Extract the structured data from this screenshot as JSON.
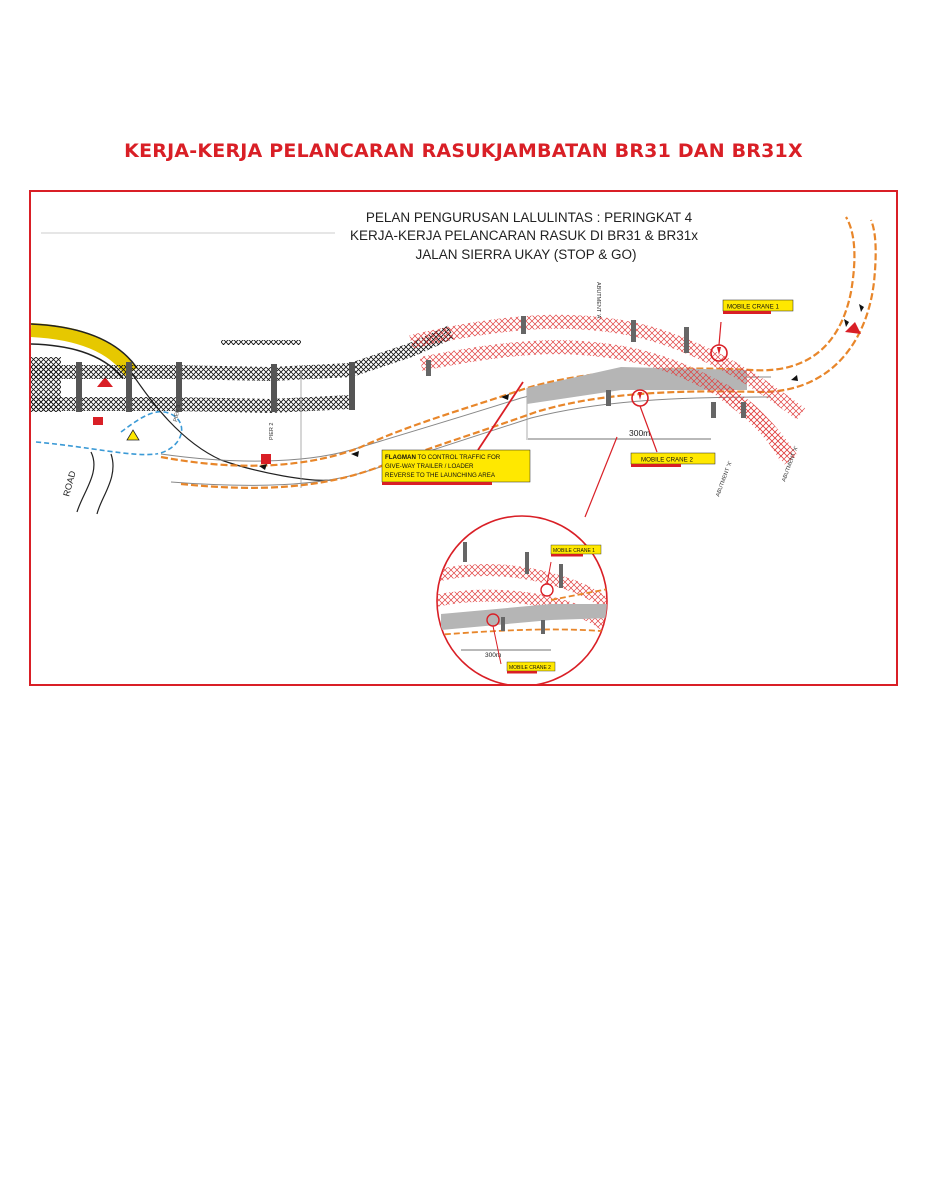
{
  "page": {
    "title": "KERJA-KERJA PELANCARAN RASUKJAMBATAN BR31 DAN BR31X"
  },
  "plan": {
    "heading_line1": "PELAN PENGURUSAN LALULINTAS : PERINGKAT 4",
    "heading_line2": "KERJA-KERJA PELANCARAN RASUK DI BR31 & BR31x",
    "heading_line3": "JALAN SIERRA UKAY (STOP & GO)",
    "crane1_label": "MOBILE CRANE 1",
    "crane2_label": "MOBILE CRANE 2",
    "distance_label": "300m",
    "flagman_bold": "FLAGMAN",
    "flagman_rest": " TO CONTROL TRAFFIC FOR",
    "flagman_line2": "GIVE-WAY TRAILER / LOADER",
    "flagman_line3": "REVERSE TO THE LAUNCHING AREA",
    "inset_crane1_label": "MOBILE CRANE 1",
    "inset_crane2_label": "MOBILE CRANE 2",
    "inset_distance_label": "300m",
    "pier_label": "PIER 2",
    "pier_label_b": "PIER 3",
    "abutment_label": "ABUTMENT 'A'",
    "abutment_label_b": "ABUTMENT 'X'",
    "road_label": "ROAD"
  },
  "colors": {
    "accent_red": "#d91f26",
    "road_orange": "#e8862a",
    "route_blue": "#3b9ad6",
    "callout_yellow": "#ffe800",
    "beam_pink": "#f08080"
  }
}
